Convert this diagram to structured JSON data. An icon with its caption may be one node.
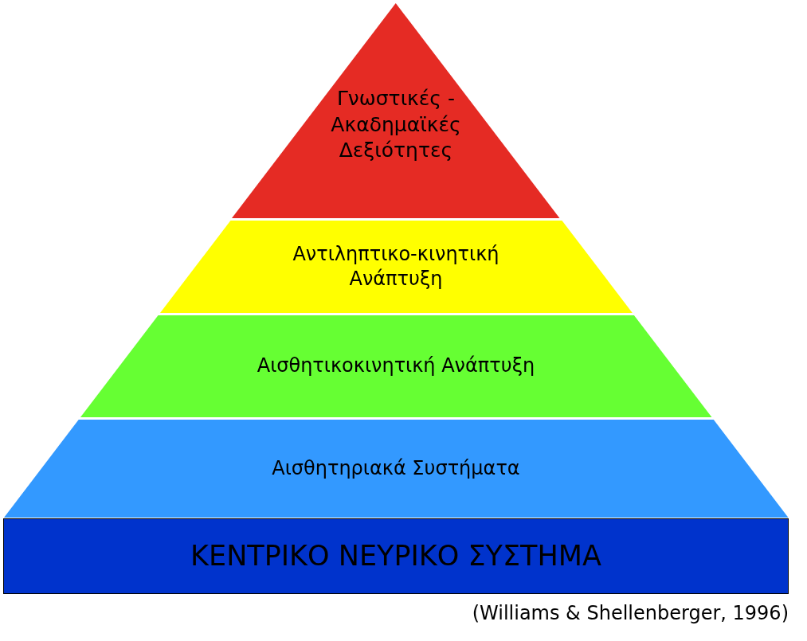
{
  "diagram": {
    "nodes": [
      {
        "text": [
          "Γνωστικές - Ακαδημαϊκές Δεξιότητες"
        ]
      },
      {
        "text": [
          "Αντιληπτικο-κινητική Ανάπτυξη"
        ]
      },
      {
        "text": [
          "Αισθητικοκινητική Ανάπτυξη"
        ]
      },
      {
        "text": [
          "Αισθητηριακά Συστήματα"
        ]
      },
      {
        "text": [
          "ΚΕΝΤΡΙΚΟ ΝΕΥΡΙΚΟ ΣΥΣΤΗΜΑ"
        ]
      }
    ],
    "caption": "(Williams & Shellenberger, 1996)"
  }
}
